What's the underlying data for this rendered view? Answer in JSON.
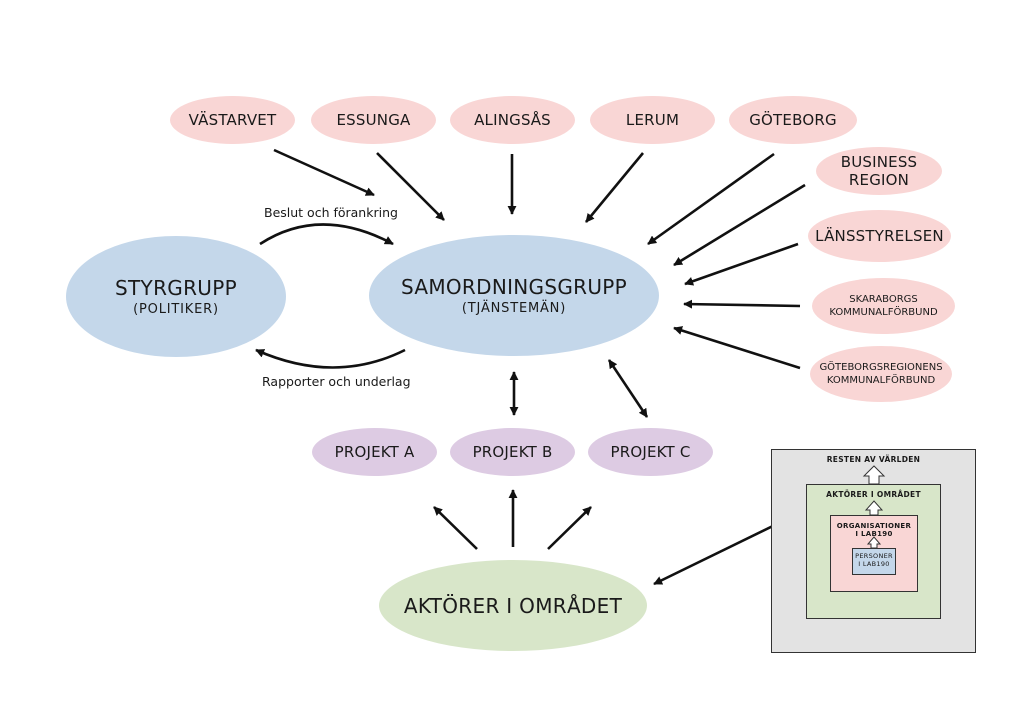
{
  "top_nodes": [
    {
      "id": "vastarvet",
      "label": "VÄSTARVET"
    },
    {
      "id": "essunga",
      "label": "ESSUNGA"
    },
    {
      "id": "alingsas",
      "label": "ALINGSÅS"
    },
    {
      "id": "lerum",
      "label": "LERUM"
    },
    {
      "id": "goteborg",
      "label": "GÖTEBORG"
    }
  ],
  "right_nodes": [
    {
      "id": "business-region",
      "label_line1": "BUSINESS",
      "label_line2": "REGION"
    },
    {
      "id": "lansstyrelsen",
      "label": "LÄNSSTYRELSEN"
    },
    {
      "id": "skaraborgs",
      "label_line1": "SKARABORGS",
      "label_line2": "KOMMUNALFÖRBUND"
    },
    {
      "id": "goteborgsregionens",
      "label_line1": "GÖTEBORGSREGIONENS",
      "label_line2": "KOMMUNALFÖRBUND"
    }
  ],
  "styrgrupp": {
    "title": "STYRGRUPP",
    "subtitle": "(POLITIKER)"
  },
  "samordningsgrupp": {
    "title": "SAMORDNINGSGRUPP",
    "subtitle": "(TJÄNSTEMÄN)"
  },
  "edge_labels": {
    "top": "Beslut och förankring",
    "bottom": "Rapporter och underlag"
  },
  "projects": [
    {
      "id": "projekt-a",
      "label": "PROJEKT A"
    },
    {
      "id": "projekt-b",
      "label": "PROJEKT B"
    },
    {
      "id": "projekt-c",
      "label": "PROJEKT C"
    }
  ],
  "aktorer": {
    "label": "AKTÖRER I OMRÅDET"
  },
  "nested_boxes": {
    "outer": "RESTEN AV VÄRLDEN",
    "second": "AKTÖRER I OMRÅDET",
    "third_line1": "ORGANISATIONER",
    "third_line2": "I LAB190",
    "inner_line1": "PERSONER",
    "inner_line2": "I LAB190"
  },
  "colors": {
    "pink": "#f9d6d5",
    "blue": "#c4d7ea",
    "purple": "#ddcbe3",
    "green": "#d8e6c9",
    "grey_box": "#e3e3e3",
    "arrow": "#111111"
  }
}
